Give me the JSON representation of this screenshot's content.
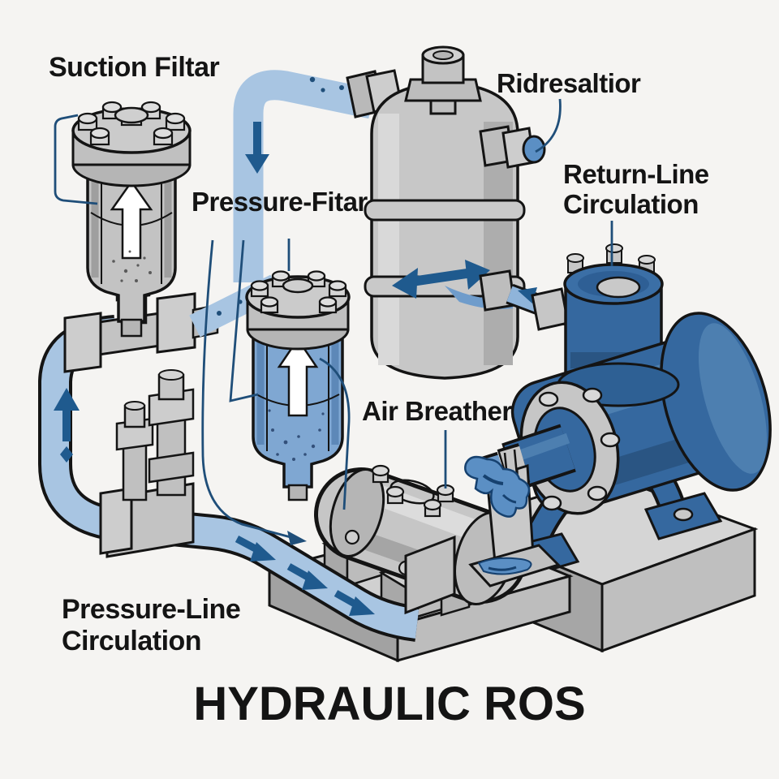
{
  "title": "HYDRAULIC ROS",
  "labels": {
    "suction_filter": "Suction Filtar",
    "reservoir": "Ridresaltior",
    "pressure_filter": "Pressure-Fitar",
    "return_line_1": "Return-Line",
    "return_line_2": "Circulation",
    "air_breather": "Air Breather",
    "pressure_line_1": "Pressure-Line",
    "pressure_line_2": "Circulation"
  },
  "colors": {
    "background": "#f5f4f2",
    "pipe_fill": "#a8c5e2",
    "pipe_small": "#8fb4da",
    "flow_arrow": "#1f5a8e",
    "callout_line": "#1f4e79",
    "outline": "#141414",
    "metal_light": "#d2d2d2",
    "metal_mid": "#c3c3c3",
    "metal_dark": "#9b9b9b",
    "pump_blue": "#35689f",
    "pump_blue_dark": "#2a5583",
    "pump_blue_light": "#4d7fb0",
    "filter_fluid_blue": "#7fa7d2",
    "spill_blue": "#5b8fc4",
    "text": "#141414"
  }
}
